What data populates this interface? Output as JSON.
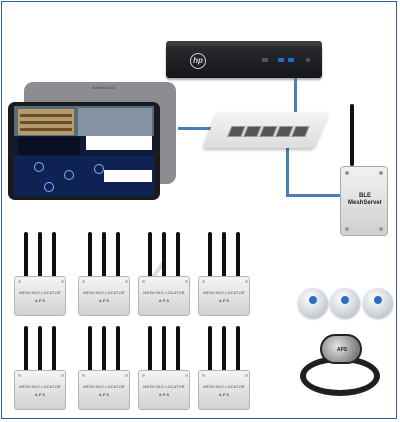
{
  "tablet": {
    "brand": "SAMSUNG",
    "screen_popup_1": "...",
    "screen_popup_2": "...",
    "screen_text": "..."
  },
  "minipc": {
    "brand": "hp"
  },
  "mesh_server": {
    "label_line1": "BLE",
    "label_line2": "MeshServer"
  },
  "locators": [
    {
      "label": "MESH BLE LOCATOR",
      "company": "A P S"
    },
    {
      "label": "MESH BLE LOCATOR",
      "company": "A P S"
    },
    {
      "label": "MESH BLE LOCATOR",
      "company": "A P S"
    },
    {
      "label": "MESH BLE LOCATOR",
      "company": "A P S"
    },
    {
      "label": "MESH BLE LOCATOR",
      "company": "A P S"
    },
    {
      "label": "MESH BLE LOCATOR",
      "company": "A P S"
    },
    {
      "label": "MESH BLE LOCATOR",
      "company": "A P S"
    },
    {
      "label": "MESH BLE LOCATOR",
      "company": "A P S"
    }
  ],
  "wristband": {
    "label": "APS"
  },
  "colors": {
    "frame": "#2d5fa8",
    "cable": "#4a7fb5",
    "tag_button": "#2b6cc4"
  }
}
